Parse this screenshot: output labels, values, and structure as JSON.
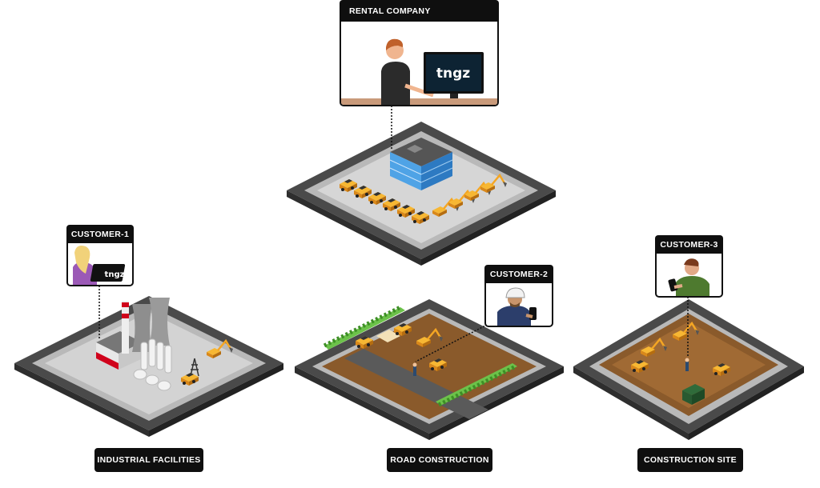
{
  "rental": {
    "title": "RENTAL COMPANY",
    "logo": "tngz"
  },
  "customers": [
    {
      "title": "CUSTOMER-1",
      "logo": "tngz",
      "site": "INDUSTRIAL FACILITIES"
    },
    {
      "title": "CUSTOMER-2",
      "site": "ROAD CONSTRUCTION"
    },
    {
      "title": "CUSTOMER-3",
      "site": "CONSTRUCTION SITE"
    }
  ],
  "colors": {
    "road": "#4a4a4a",
    "curb": "#9a9a9a",
    "ground": "#8a5a2b",
    "machine": "#f5a623",
    "grass": "#6cc24a",
    "building": "#3b8fd6"
  }
}
